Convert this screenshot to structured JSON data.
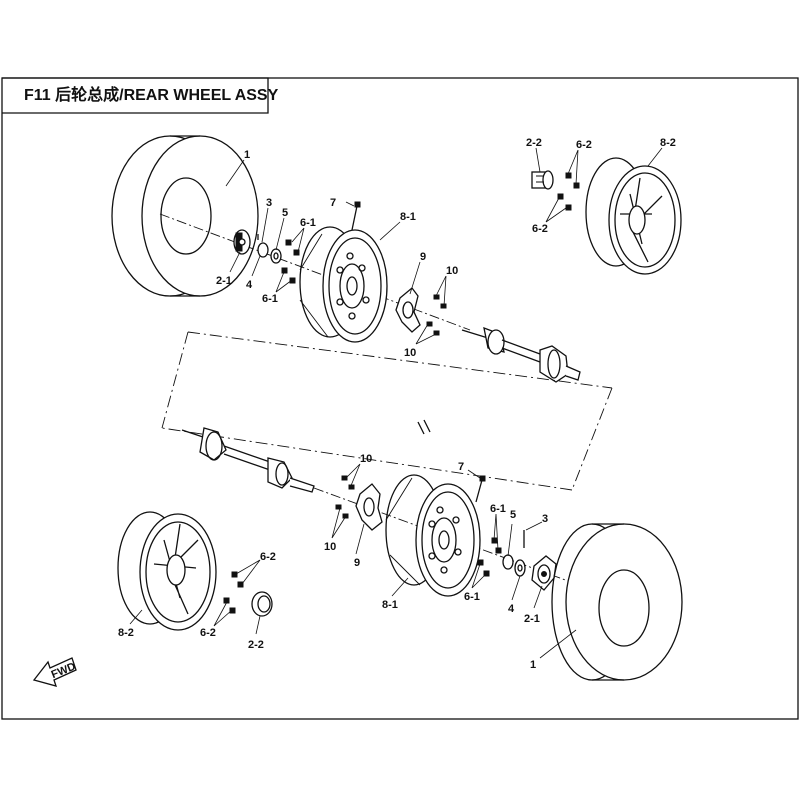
{
  "header": {
    "title": "F11 后轮总成/REAR WHEEL ASSY"
  },
  "direction": {
    "label": "FWD"
  },
  "callouts": {
    "top_left_tire": "1",
    "top_hub": "2-1",
    "top_cotter": "3",
    "top_washer": "4",
    "top_nut": "5",
    "top_lug_upper": "6-1",
    "top_lug_lower": "6-1",
    "top_valve": "7",
    "top_rim": "8-1",
    "top_flange": "9",
    "top_bolts_upper": "10",
    "top_bolts_lower": "10",
    "alt_hubcap": "2-2",
    "alt_lug_upper": "6-2",
    "alt_lug_lower": "6-2",
    "alt_rim": "8-2",
    "bottom_bolts_upper": "10",
    "bottom_bolts_lower": "10",
    "bottom_flange": "9",
    "bottom_valve": "7",
    "bottom_lug_upper": "6-1",
    "bottom_lug_lower": "6-1",
    "bottom_nut": "5",
    "bottom_cotter": "3",
    "bottom_washer": "4",
    "bottom_hub": "2-1",
    "bottom_rim": "8-1",
    "bottom_tire": "1",
    "alt2_lug_upper": "6-2",
    "alt2_lug_lower": "6-2",
    "alt2_rim": "8-2",
    "alt2_hubcap": "2-2"
  }
}
